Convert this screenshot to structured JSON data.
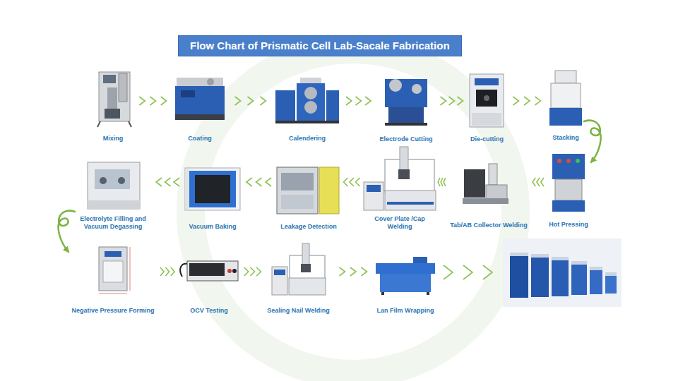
{
  "diagram": {
    "title": "Flow Chart of Prismatic Cell Lab-Sacale Fabrication",
    "nodes": [
      {
        "text": [
          "Mixing"
        ]
      },
      {
        "text": [
          "Coating"
        ]
      },
      {
        "text": [
          "Calendering"
        ]
      },
      {
        "text": [
          "Electrode Cutting"
        ]
      },
      {
        "text": [
          "Die-cutting"
        ]
      },
      {
        "text": [
          "Stacking"
        ]
      },
      {
        "text": [
          "Hot Pressing"
        ]
      },
      {
        "text": [
          "Tab/AB Collector Welding"
        ]
      },
      {
        "text": [
          "Cover Plate /Cap Welding"
        ]
      },
      {
        "text": [
          "Leakage Detection"
        ]
      },
      {
        "text": [
          "Vacuum Baking"
        ]
      },
      {
        "text": [
          "Electrolyte Filling and Vacuum Degassing"
        ]
      },
      {
        "text": [
          "Negative Pressure Forming"
        ]
      },
      {
        "text": [
          "OCV Testing"
        ]
      },
      {
        "text": [
          "Sealing Nail Welding"
        ]
      },
      {
        "text": [
          "Lan Film Wrapping"
        ]
      }
    ],
    "edges": [
      {
        "from": 0,
        "to": 1,
        "arrow": "to"
      },
      {
        "from": 1,
        "to": 2,
        "arrow": "to"
      },
      {
        "from": 2,
        "to": 3,
        "arrow": "to"
      },
      {
        "from": 3,
        "to": 4,
        "arrow": "to"
      },
      {
        "from": 4,
        "to": 5,
        "arrow": "to"
      },
      {
        "from": 5,
        "to": 6,
        "arrow": "to"
      },
      {
        "from": 6,
        "to": 7,
        "arrow": "to"
      },
      {
        "from": 7,
        "to": 8,
        "arrow": "to"
      },
      {
        "from": 8,
        "to": 9,
        "arrow": "to"
      },
      {
        "from": 9,
        "to": 10,
        "arrow": "to"
      },
      {
        "from": 10,
        "to": 11,
        "arrow": "to"
      },
      {
        "from": 11,
        "to": 12,
        "arrow": "to"
      },
      {
        "from": 12,
        "to": 13,
        "arrow": "to"
      },
      {
        "from": 13,
        "to": 14,
        "arrow": "to"
      },
      {
        "from": 14,
        "to": 15,
        "arrow": "to"
      }
    ]
  }
}
